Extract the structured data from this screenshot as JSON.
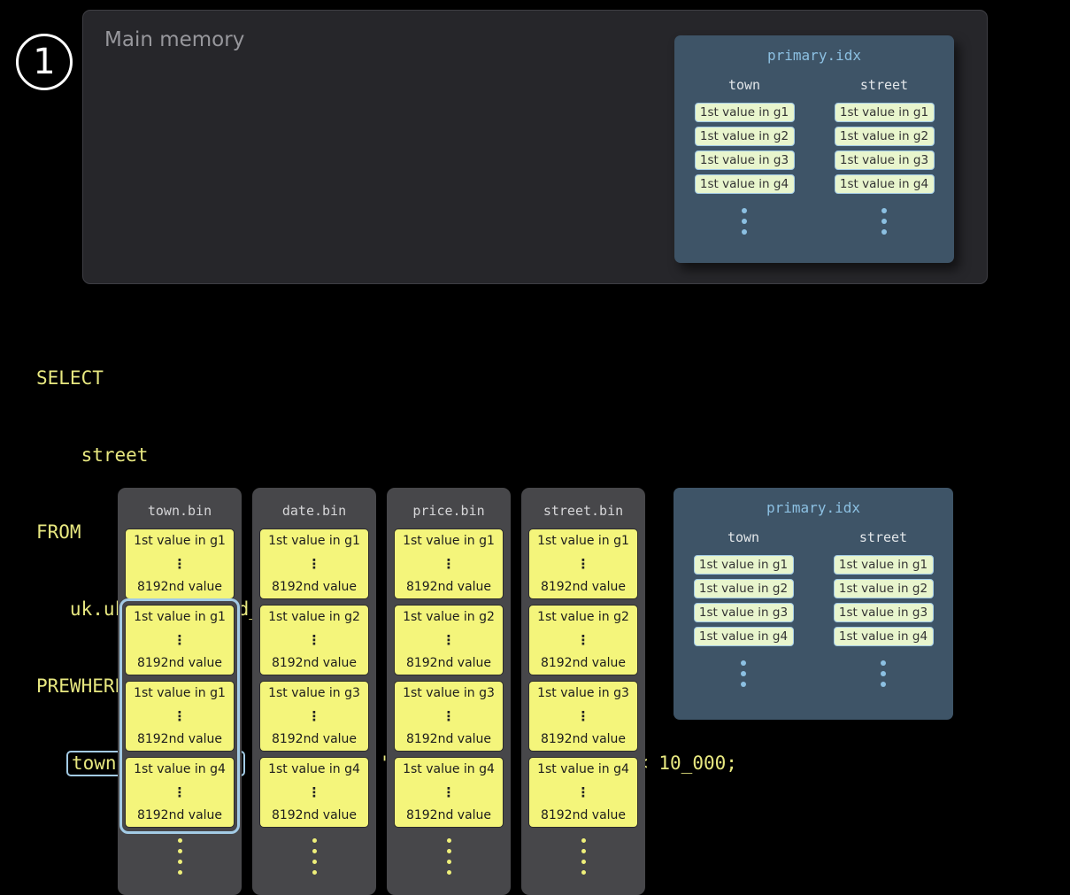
{
  "step_badge": {
    "number": "1"
  },
  "main_memory": {
    "title": "Main memory"
  },
  "primary_idx_top": {
    "title": "primary.idx",
    "columns": {
      "town": {
        "header": "town",
        "cells": [
          "1st value in g1",
          "1st value in g2",
          "1st value in g3",
          "1st value in g4"
        ]
      },
      "street": {
        "header": "street",
        "cells": [
          "1st value in g1",
          "1st value in g2",
          "1st value in g3",
          "1st value in g4"
        ]
      }
    }
  },
  "primary_idx_bottom": {
    "title": "primary.idx",
    "columns": {
      "town": {
        "header": "town",
        "cells": [
          "1st value in g1",
          "1st value in g2",
          "1st value in g3",
          "1st value in g4"
        ]
      },
      "street": {
        "header": "street",
        "cells": [
          "1st value in g1",
          "1st value in g2",
          "1st value in g3",
          "1st value in g4"
        ]
      }
    }
  },
  "sql": {
    "select": "SELECT",
    "select_column": "    street",
    "from": "FROM",
    "table": "   uk.uk_price_paid_simple",
    "prewhere": "PREWHERE",
    "condition_indent": "   ",
    "condition_highlight": "town = 'LONDON'",
    "condition_rest": " AND date > '2024-12-31' AND price < 10_000;"
  },
  "granule_ellipsis": "⋮",
  "bins": [
    {
      "title": "town.bin",
      "granules": [
        {
          "first": "1st value in g1",
          "last": "8192nd value"
        },
        {
          "first": "1st value in g1",
          "last": "8192nd value"
        },
        {
          "first": "1st value in g1",
          "last": "8192nd value"
        },
        {
          "first": "1st value in g4",
          "last": "8192nd value"
        }
      ]
    },
    {
      "title": "date.bin",
      "granules": [
        {
          "first": "1st value in g1",
          "last": "8192nd value"
        },
        {
          "first": "1st value in g2",
          "last": "8192nd value"
        },
        {
          "first": "1st value in g3",
          "last": "8192nd value"
        },
        {
          "first": "1st value in g4",
          "last": "8192nd value"
        }
      ]
    },
    {
      "title": "price.bin",
      "granules": [
        {
          "first": "1st value in g1",
          "last": "8192nd value"
        },
        {
          "first": "1st value in g2",
          "last": "8192nd value"
        },
        {
          "first": "1st value in g3",
          "last": "8192nd value"
        },
        {
          "first": "1st value in g4",
          "last": "8192nd value"
        }
      ]
    },
    {
      "title": "street.bin",
      "granules": [
        {
          "first": "1st value in g1",
          "last": "8192nd value"
        },
        {
          "first": "1st value in g2",
          "last": "8192nd value"
        },
        {
          "first": "1st value in g3",
          "last": "8192nd value"
        },
        {
          "first": "1st value in g4",
          "last": "8192nd value"
        }
      ]
    }
  ],
  "colors": {
    "background": "#000000",
    "accent_blue": "#a3cbe5",
    "index_panel_blue": "#3e5467",
    "index_title_blue": "#8cc0e2",
    "sql_yellow": "#e8e880",
    "granule_yellow": "#f4f57b",
    "index_cell_green": "#e8f5cd"
  }
}
